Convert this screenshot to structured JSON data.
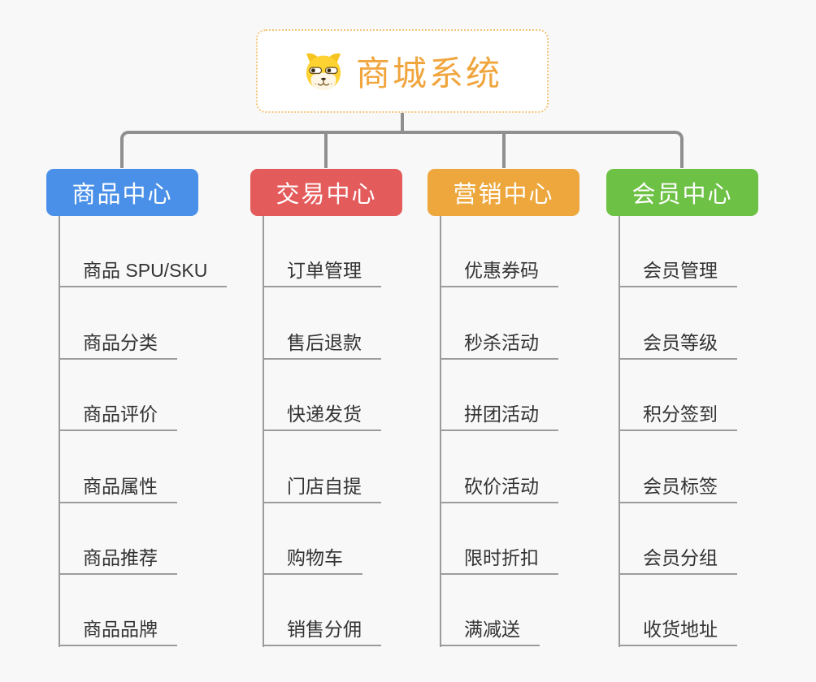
{
  "root": {
    "title": "商城系统",
    "icon": "dog-face-icon"
  },
  "colors": {
    "root_title": "#f0a53d",
    "root_border": "#f3c579",
    "connector": "#8f8f8f",
    "leaf_line": "#9c9c9c",
    "leaf_text": "#333333",
    "background": "#f8f8f8"
  },
  "branches": [
    {
      "label": "商品中心",
      "color": "#4a90e8",
      "items": [
        "商品 SPU/SKU",
        "商品分类",
        "商品评价",
        "商品属性",
        "商品推荐",
        "商品品牌"
      ]
    },
    {
      "label": "交易中心",
      "color": "#e45b5b",
      "items": [
        "订单管理",
        "售后退款",
        "快递发货",
        "门店自提",
        "购物车",
        "销售分佣"
      ]
    },
    {
      "label": "营销中心",
      "color": "#eda73c",
      "items": [
        "优惠券码",
        "秒杀活动",
        "拼团活动",
        "砍价活动",
        "限时折扣",
        "满减送"
      ]
    },
    {
      "label": "会员中心",
      "color": "#6dc144",
      "items": [
        "会员管理",
        "会员等级",
        "积分签到",
        "会员标签",
        "会员分组",
        "收货地址"
      ]
    }
  ]
}
